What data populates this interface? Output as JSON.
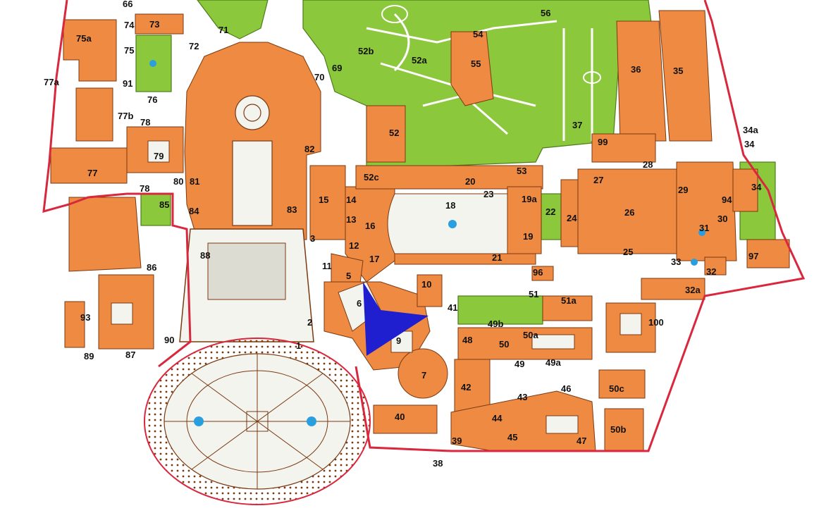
{
  "map": {
    "colors": {
      "background": "#ffffff",
      "building": "#ee8a42",
      "building_stroke": "#7a3a12",
      "garden": "#8cc83c",
      "garden_stroke": "#4d7d1c",
      "court": "#f4f4ef",
      "boundary": "#d9273d",
      "fountain": "#2a9fe0",
      "marker": "#1f1fd0",
      "text": "#111111"
    },
    "labels": [
      {
        "id": "L1",
        "text": "1"
      },
      {
        "id": "L2",
        "text": "2"
      },
      {
        "id": "L3",
        "text": "3"
      },
      {
        "id": "L5",
        "text": "5"
      },
      {
        "id": "L6",
        "text": "6"
      },
      {
        "id": "L7",
        "text": "7"
      },
      {
        "id": "L9",
        "text": "9"
      },
      {
        "id": "L10",
        "text": "10"
      },
      {
        "id": "L11",
        "text": "11"
      },
      {
        "id": "L12",
        "text": "12"
      },
      {
        "id": "L13",
        "text": "13"
      },
      {
        "id": "L14",
        "text": "14"
      },
      {
        "id": "L15",
        "text": "15"
      },
      {
        "id": "L16",
        "text": "16"
      },
      {
        "id": "L17",
        "text": "17"
      },
      {
        "id": "L18",
        "text": "18"
      },
      {
        "id": "L19",
        "text": "19"
      },
      {
        "id": "L19a",
        "text": "19a"
      },
      {
        "id": "L20",
        "text": "20"
      },
      {
        "id": "L21",
        "text": "21"
      },
      {
        "id": "L22",
        "text": "22"
      },
      {
        "id": "L23",
        "text": "23"
      },
      {
        "id": "L24",
        "text": "24"
      },
      {
        "id": "L25",
        "text": "25"
      },
      {
        "id": "L26",
        "text": "26"
      },
      {
        "id": "L27",
        "text": "27"
      },
      {
        "id": "L28",
        "text": "28"
      },
      {
        "id": "L29",
        "text": "29"
      },
      {
        "id": "L30",
        "text": "30"
      },
      {
        "id": "L31",
        "text": "31"
      },
      {
        "id": "L32",
        "text": "32"
      },
      {
        "id": "L32a",
        "text": "32a"
      },
      {
        "id": "L33",
        "text": "33"
      },
      {
        "id": "L34",
        "text": "34"
      },
      {
        "id": "L34a",
        "text": "34a"
      },
      {
        "id": "L34b",
        "text": "34"
      },
      {
        "id": "L35",
        "text": "35"
      },
      {
        "id": "L36",
        "text": "36"
      },
      {
        "id": "L37",
        "text": "37"
      },
      {
        "id": "L38",
        "text": "38"
      },
      {
        "id": "L39",
        "text": "39"
      },
      {
        "id": "L40",
        "text": "40"
      },
      {
        "id": "L41",
        "text": "41"
      },
      {
        "id": "L42",
        "text": "42"
      },
      {
        "id": "L43",
        "text": "43"
      },
      {
        "id": "L44",
        "text": "44"
      },
      {
        "id": "L45",
        "text": "45"
      },
      {
        "id": "L46",
        "text": "46"
      },
      {
        "id": "L47",
        "text": "47"
      },
      {
        "id": "L48",
        "text": "48"
      },
      {
        "id": "L49",
        "text": "49"
      },
      {
        "id": "L49a",
        "text": "49a"
      },
      {
        "id": "L49b",
        "text": "49b"
      },
      {
        "id": "L50",
        "text": "50"
      },
      {
        "id": "L50a",
        "text": "50a"
      },
      {
        "id": "L50b",
        "text": "50b"
      },
      {
        "id": "L50c",
        "text": "50c"
      },
      {
        "id": "L51",
        "text": "51"
      },
      {
        "id": "L51a",
        "text": "51a"
      },
      {
        "id": "L52",
        "text": "52"
      },
      {
        "id": "L52a",
        "text": "52a"
      },
      {
        "id": "L52b",
        "text": "52b"
      },
      {
        "id": "L52c",
        "text": "52c"
      },
      {
        "id": "L53",
        "text": "53"
      },
      {
        "id": "L54",
        "text": "54"
      },
      {
        "id": "L55",
        "text": "55"
      },
      {
        "id": "L56",
        "text": "56"
      },
      {
        "id": "L66",
        "text": "66"
      },
      {
        "id": "L69",
        "text": "69"
      },
      {
        "id": "L70",
        "text": "70"
      },
      {
        "id": "L71",
        "text": "71"
      },
      {
        "id": "L72",
        "text": "72"
      },
      {
        "id": "L73",
        "text": "73"
      },
      {
        "id": "L74",
        "text": "74"
      },
      {
        "id": "L75",
        "text": "75"
      },
      {
        "id": "L75a",
        "text": "75a"
      },
      {
        "id": "L76",
        "text": "76"
      },
      {
        "id": "L77",
        "text": "77"
      },
      {
        "id": "L77a",
        "text": "77a"
      },
      {
        "id": "L77b",
        "text": "77b"
      },
      {
        "id": "L78a",
        "text": "78"
      },
      {
        "id": "L78b",
        "text": "78"
      },
      {
        "id": "L79",
        "text": "79"
      },
      {
        "id": "L80",
        "text": "80"
      },
      {
        "id": "L81",
        "text": "81"
      },
      {
        "id": "L82",
        "text": "82"
      },
      {
        "id": "L83",
        "text": "83"
      },
      {
        "id": "L84",
        "text": "84"
      },
      {
        "id": "L85",
        "text": "85"
      },
      {
        "id": "L86",
        "text": "86"
      },
      {
        "id": "L87",
        "text": "87"
      },
      {
        "id": "L88",
        "text": "88"
      },
      {
        "id": "L89",
        "text": "89"
      },
      {
        "id": "L90",
        "text": "90"
      },
      {
        "id": "L91",
        "text": "91"
      },
      {
        "id": "L93",
        "text": "93"
      },
      {
        "id": "L94",
        "text": "94"
      },
      {
        "id": "L96",
        "text": "96"
      },
      {
        "id": "L97",
        "text": "97"
      },
      {
        "id": "L99",
        "text": "99"
      },
      {
        "id": "L100",
        "text": "100"
      }
    ]
  }
}
